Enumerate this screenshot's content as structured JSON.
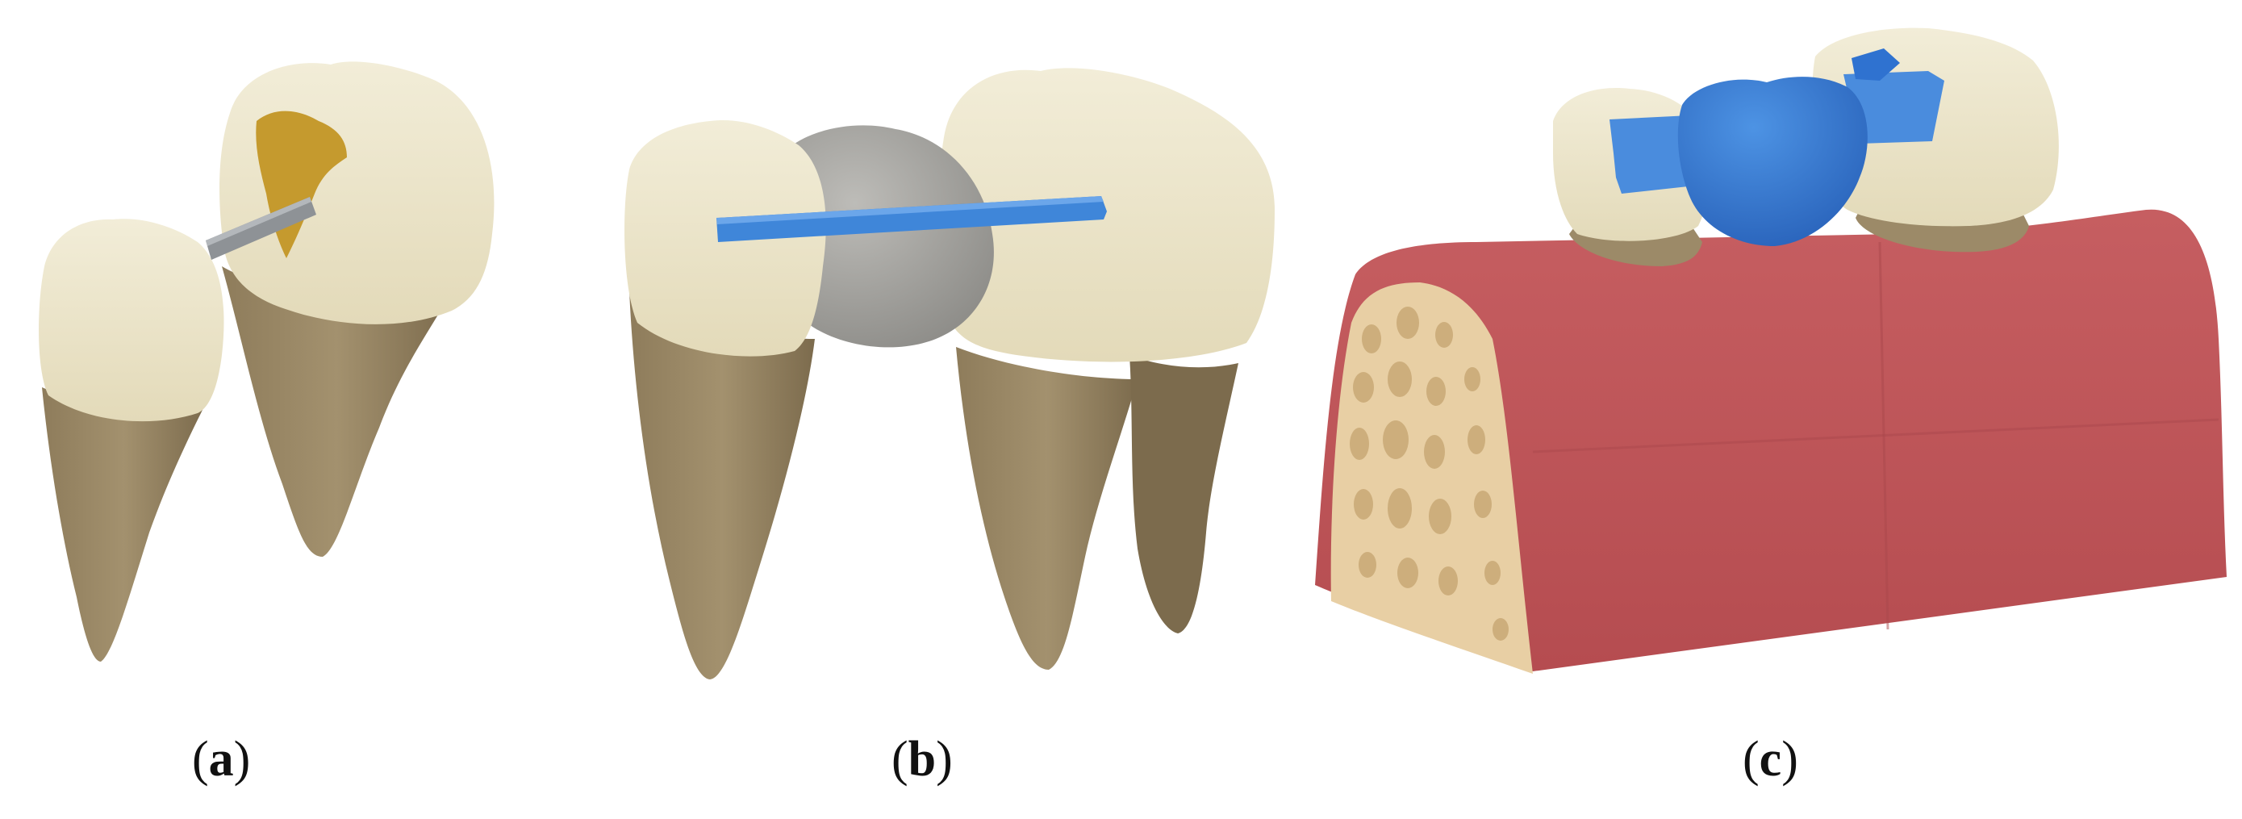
{
  "panels": [
    {
      "id": "a",
      "letter": "a"
    },
    {
      "id": "b",
      "letter": "b"
    },
    {
      "id": "c",
      "letter": "c"
    }
  ],
  "colors": {
    "enamel": "#ECE6CC",
    "enamel_shade": "#D9D1B0",
    "root": "#9C8A68",
    "root_shade": "#7A6A4C",
    "decay": "#C59A2E",
    "metal_post": "#8E9296",
    "pontic": "#A7A6A3",
    "fiber_blue": "#3F86D9",
    "framework_blue": "#2F72D0",
    "gingiva": "#C4585C",
    "gingiva_dark": "#A9474B",
    "bone": "#E8CFA4",
    "bone_pore": "#CDAE7C"
  }
}
